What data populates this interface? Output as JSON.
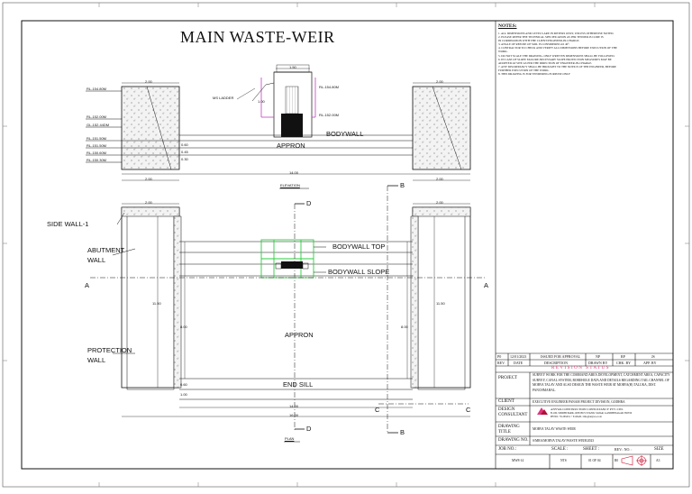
{
  "drawing": {
    "title": "MAIN WASTE-WEIR",
    "elevation_caption": "ELEVATION",
    "plan_caption": "PLAN"
  },
  "elevation": {
    "levels": [
      "RL-154.80M",
      "RL-152.00M",
      "GL-152.44DM",
      "RL-151.50M",
      "RL-151.50M",
      "RL-150.60M",
      "RL-150.30M"
    ],
    "right_levels": [
      "RL-154.80M",
      "RL-152.00M"
    ],
    "ms_ladder": "MS LADDER",
    "bodywall": "BODYWALL",
    "appron": "APPRON",
    "dims": [
      "2.00",
      "1.50",
      "2.00",
      "0.60",
      "0.45",
      "0.30",
      "14.00",
      "2.00",
      "2.00",
      "1.00"
    ]
  },
  "plan": {
    "side_wall": "SIDE WALL-1",
    "abutment_wall": "ABUTMENT\nWALL",
    "protection_wall": "PROTECTION\nWALL",
    "bodywall_top": "BODYWALL TOP",
    "bodywall_slope": "BODYWALL SLOPE",
    "appron": "APPRON",
    "end_sill": "END SILL",
    "sections": {
      "a": "A",
      "b": "B",
      "c": "C",
      "d": "D"
    },
    "dims": [
      "2.00",
      "2.00",
      "14.00",
      "16.00",
      "8.00",
      "8.00",
      "11.50",
      "11.50",
      "0.60",
      "1.00"
    ]
  },
  "notes": {
    "heading": "NOTES:",
    "items": [
      "1.   ALL DIMENSIONS AND LEVELS ARE IN METERS ONLY, UNLESS OTHERWISE NOTED.",
      "2.   PLEASE REFER THE TECHNICAL SPECIFICATION AS PER TENDER.IS CODE IS",
      "      IN CORDINATION WITH THE CLIENT/ENGINEER-IN-CHARGE.",
      "3.   ANGLE OF REPOSE OF SOIL IS CONSIDERED AS 40°.",
      "4.   CONTRACTOR TO CHECK AND VERIFY ALL DIMENSIONS BEFORE EXECUTION OF THE",
      "      WORK.",
      "5.   DO NOT SCALE THE DRAWING. ONLY WRITTEN DIMENSIONS SHALL BE FOLLOWED.",
      "6.   IN CASE OF SLOPE FAILURE,NECESSARY SLOPE PROTECTION MEASURES MAY BE",
      "      ADOPTED AT SITE AS PER THE DIRECTION OF ENGINEER-IN-CHARGE.",
      "7.   ANY DISCREPANCY SHALL BE BROUGHT TO THE NOTICE OF THE ENGINEER, BEFORE",
      "      FURTHER EXECUTION OF THE WORK.",
      "8.   THIS DRAWING IS FOR TENDERING PURPOSE ONLY"
    ]
  },
  "title_block": {
    "revision_row": {
      "rev": "P0",
      "date": "12/01/2023",
      "description": "ISSUED FOR APPROVAL",
      "drawn_by": "NP",
      "chk_by": "RP",
      "app_by": "JS"
    },
    "revision_headers": {
      "rev": "REV.",
      "date": "DATE",
      "description": "DESCRIPTION",
      "drawn_by": "DRAWN BY",
      "chk_by": "CHK. BY",
      "app_by": "APP. BY"
    },
    "revision_status": "REVISION STATUS",
    "project_label": "PROJECT",
    "project_text": "SURVEY WORK FOR THE COMMAND AREA DEVELOPMENT, CATCHMENT AREA, CAPACITY SURVEY, CANAL SYSTEM, BOREHOLE DATA AND DETAILS REGARDING TAIL CHANNEL OF MORVA TALAV AND ALSO DESIGN THE WASTE WEIR AT MORVA(H) TALUKA, DIST. PANCHMAHAL.",
    "client_label": "CLIENT",
    "client_text": "EXECUTIVE ENGINEER PANAM PROJECT DIVISION, GODHRA",
    "design_label": "DESIGN\nCONSULTANT",
    "consultant_name": "ANYWA CONSTRUCTION CONSULTANCY PVT. LTD.",
    "consultant_addr": "B-106, SIDDHI PARK, OPP. BUS STAND, SATAR, GANDHINAGAR 382350",
    "consultant_contact": "PH NO. 79-26543.1 • E-MAIL: info@anywa.co.in",
    "drawing_title_label": "DRAWING\nTITLE",
    "drawing_title": "MORVA TALAV WASTE-WEIR",
    "drawing_no_label": "DRAWING NO.",
    "drawing_no": "S/MRA/MORVA TALAV/WASTE WEIR/2023",
    "job_no_label": "JOB NO.:",
    "job_no": "MW8-14",
    "scale_label": "SCALE :",
    "scale": "NTS",
    "sheet_label": "SHEET :",
    "sheet": "01 OF 04",
    "rev_no_label": "REV.: NO. :",
    "rev_no": "R0",
    "size_label": "SIZE",
    "size": "A3"
  },
  "colors": {
    "line": "#111111",
    "green": "#2ecc40",
    "magenta": "#c040c0",
    "fill": "#e9e9e9",
    "accent": "#e0357a"
  }
}
